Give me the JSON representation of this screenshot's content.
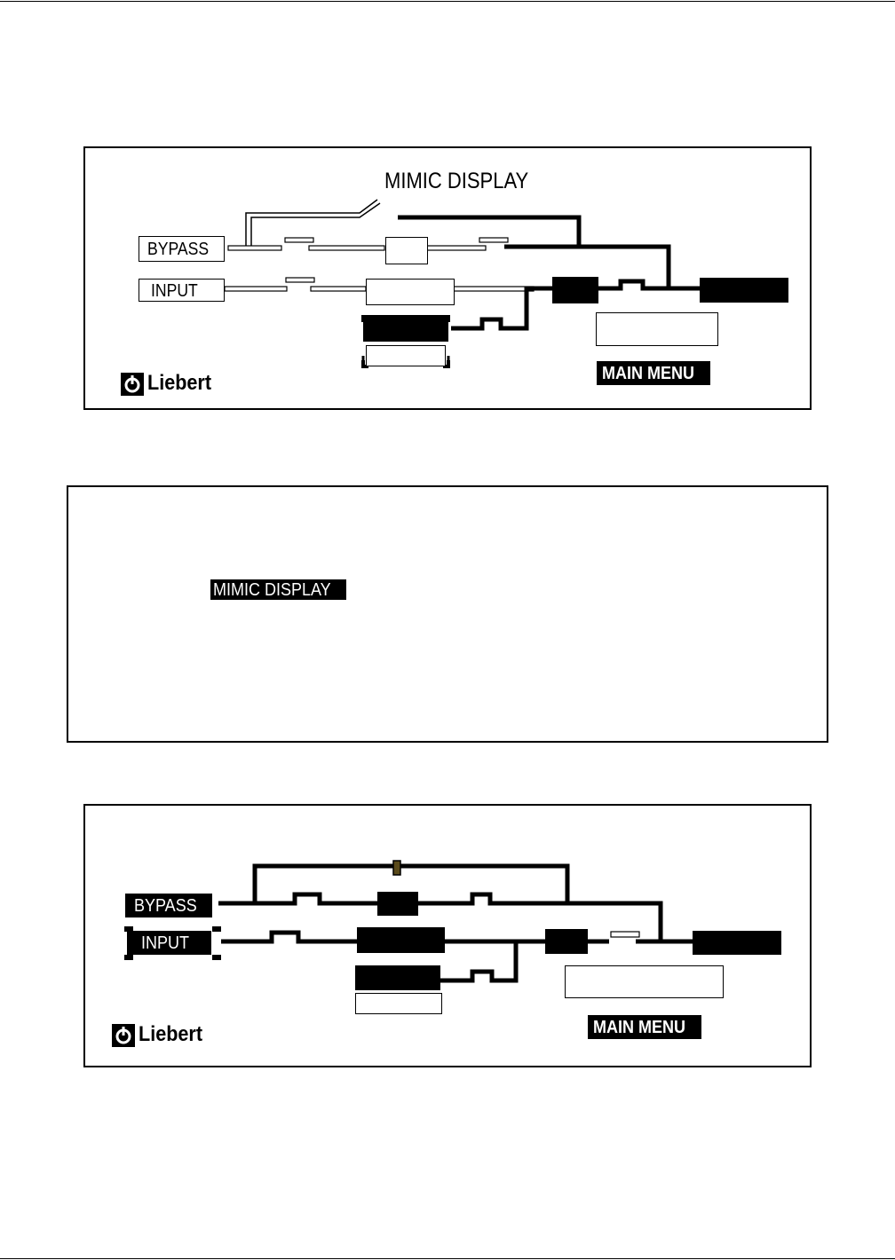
{
  "panel1": {
    "title": "MIMIC DISPLAY",
    "bypass_label": "BYPASS",
    "input_label": "INPUT",
    "main_menu_label": "MAIN MENU",
    "logo_text": "Liebert"
  },
  "panel2": {
    "highlighted_item": "MIMIC DISPLAY"
  },
  "panel3": {
    "bypass_label": "BYPASS",
    "input_label": "INPUT",
    "main_menu_label": "MAIN MENU",
    "logo_text": "Liebert"
  },
  "colors": {
    "line_active": "#000000",
    "line_inactive": "#ffffff",
    "background": "#ffffff",
    "indicator": "#5a4a1a"
  },
  "icons": [
    "liebert-logo-icon"
  ]
}
